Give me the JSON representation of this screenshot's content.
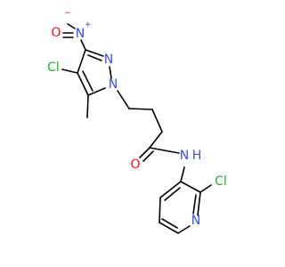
{
  "structure": {
    "colors": {
      "carbon_bond": "#000000",
      "nitrogen": "#3050f8",
      "oxygen": "#ff0d0d",
      "chlorine": "#1fb51f"
    },
    "labels": {
      "nitro_o_minus": "O",
      "o_minus_charge": "−",
      "nitro_n_plus": "N",
      "n_plus_charge": "+",
      "chloro_pyrazole": "Cl",
      "pyrazole_n2": "N",
      "pyrazole_n1": "N",
      "amide_o": "O",
      "amide_nh": "N",
      "amide_h": "H",
      "chloro_pyridine": "Cl",
      "pyridine_n": "N"
    }
  }
}
